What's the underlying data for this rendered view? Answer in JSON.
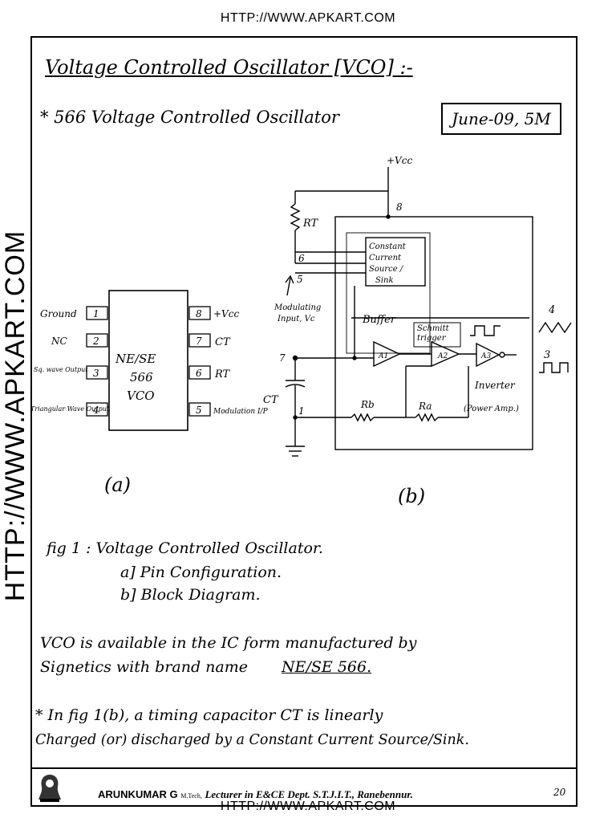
{
  "header_url": "HTTP://WWW.APKART.COM",
  "side_url": "HTTP://WWW.APKART.COM",
  "footer_url": "HTTP://WWW.APKART.COM",
  "title": "Voltage Controlled Oscillator [VCO] :-",
  "subtitle": "* 566 Voltage Controlled Oscillator",
  "date_tag": "June-09, 5M",
  "pin_diagram": {
    "chip_lines": [
      "NE/SE",
      "566",
      "VCO"
    ],
    "left_pins": [
      {
        "num": "1",
        "label": "Ground"
      },
      {
        "num": "2",
        "label": "NC"
      },
      {
        "num": "3",
        "label": "Sq. wave Output"
      },
      {
        "num": "4",
        "label": "Triangular Wave Output"
      }
    ],
    "right_pins": [
      {
        "num": "8",
        "label": "+Vcc"
      },
      {
        "num": "7",
        "label": "CT"
      },
      {
        "num": "6",
        "label": "RT"
      },
      {
        "num": "5",
        "label": "Modulation I/P"
      }
    ],
    "caption": "(a)"
  },
  "block_diagram": {
    "vcc": "+Vcc",
    "rt": "RT",
    "ct": "CT",
    "constant_current": [
      "Constant",
      "Current",
      "Source /",
      "Sink"
    ],
    "modulating": [
      "Modulating",
      "Input, Vc"
    ],
    "buffer": "Buffer",
    "schmitt": [
      "Schmitt",
      "trigger"
    ],
    "a1": "A1",
    "a2": "A2",
    "a3": "A3",
    "inverter": [
      "Inverter",
      "(Power Amp.)"
    ],
    "rb": "Rb",
    "ra": "Ra",
    "node_labels": [
      "8",
      "6",
      "5",
      "7",
      "1",
      "4",
      "3"
    ],
    "caption": "(b)"
  },
  "figure_caption": {
    "line1": "fig 1 :  Voltage Controlled Oscillator.",
    "line2": "a] Pin Configuration.",
    "line3": "b] Block Diagram."
  },
  "para1": {
    "line1": "VCO is available in the IC form manufactured by",
    "line2_a": "Signetics with brand name",
    "line2_b": "NE/SE 566."
  },
  "para2": {
    "line1": "* In fig 1(b), a timing capacitor CT is linearly",
    "line2": "Charged (or) discharged by a Constant Current Source/Sink."
  },
  "footer": {
    "name": "ARUNKUMAR G",
    "degree": "M.Tech,",
    "role": "Lecturer in E&CE Dept. S.T.J.I.T., Ranebennur.",
    "page": "20"
  }
}
